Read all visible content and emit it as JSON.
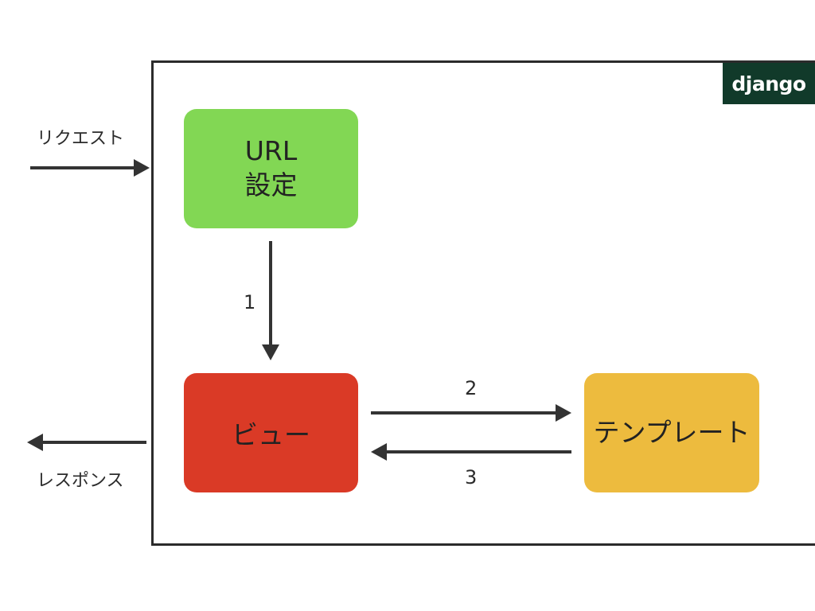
{
  "logo": {
    "text": "django",
    "background": "#113a2a"
  },
  "boxes": {
    "url_config": {
      "line1": "URL",
      "line2": "設定",
      "color": "#82d754"
    },
    "view": {
      "label": "ビュー",
      "color": "#da3a26"
    },
    "template": {
      "label": "テンプレート",
      "color": "#edbb3e"
    }
  },
  "flows": {
    "request": "リクエスト",
    "response": "レスポンス",
    "step1": "1",
    "step2": "2",
    "step3": "3"
  },
  "colors": {
    "arrow": "#333333",
    "frame": "#2b2b2b"
  }
}
